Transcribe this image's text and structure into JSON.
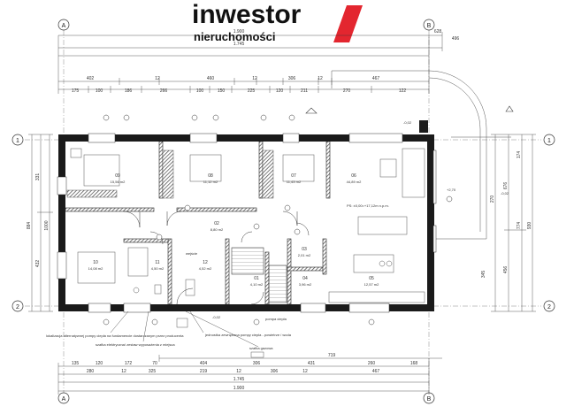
{
  "brand": {
    "name": "inwestor",
    "sub": "nieruchomości",
    "accent": "#e3262f"
  },
  "axes": {
    "col_a": "A",
    "col_b": "B",
    "row_1": "1",
    "row_2": "2"
  },
  "dims_top": {
    "total_1": "1.900",
    "total_2": "1.745",
    "d_628": "628",
    "d_496": "496",
    "seg": [
      "402",
      "12",
      "460",
      "12",
      "306",
      "12",
      "467"
    ],
    "seg2": [
      "175",
      "100",
      "186",
      "266",
      "100",
      "150",
      "225",
      "120",
      "211",
      "270",
      "122"
    ]
  },
  "dims_bottom": {
    "d_719": "719",
    "seg": [
      "135",
      "120",
      "172",
      "70",
      "404",
      "306",
      "431",
      "260",
      "168"
    ],
    "seg2": [
      "280",
      "12",
      "325",
      "219",
      "12",
      "306",
      "12",
      "467"
    ],
    "total_1": "1.745",
    "total_2": "1.900"
  },
  "dims_left": [
    "884",
    "331",
    "432",
    "1000"
  ],
  "dims_right": [
    "930",
    "774",
    "676",
    "456",
    "270",
    "345",
    "174"
  ],
  "rooms": [
    {
      "id": "09",
      "label": "09",
      "area": "15,56 m2"
    },
    {
      "id": "08",
      "label": "08",
      "area": "11,12 m2"
    },
    {
      "id": "07",
      "label": "07",
      "area": "11,43 m2"
    },
    {
      "id": "06",
      "label": "06",
      "area": "44,89 m2"
    },
    {
      "id": "10",
      "label": "10",
      "area": "14,08 m2"
    },
    {
      "id": "11",
      "label": "11",
      "area": "4,50 m2"
    },
    {
      "id": "12",
      "label": "12",
      "area": "4,52 m2"
    },
    {
      "id": "02",
      "label": "02",
      "area": "8,80 m2"
    },
    {
      "id": "03",
      "label": "03",
      "area": "2,01 m2"
    },
    {
      "id": "04",
      "label": "04",
      "area": "3,96 m2"
    },
    {
      "id": "05",
      "label": "05",
      "area": "12,57 m2"
    },
    {
      "id": "01",
      "label": "01",
      "area": "4,10 m2"
    }
  ],
  "level_note": "PS: ±0,00=+17,12m n.p.m.",
  "notes": {
    "note_1": "-0,02",
    "note_2": "-0,02",
    "note_3": "+2,70",
    "note_4": "-0,02",
    "label_pompa": "pompa ciepła",
    "label_wejscie": "wejście",
    "leader_1": "lokalizacja alternatywnej pompy ciepła na fundamencie dostarczanym przez producenta",
    "leader_2": "szafka elektryczna/ zestaw wyposażenia z miejsca",
    "leader_3": "jednostka zewnętrzna pompy ciepła - powietrze / woda",
    "leader_4": "szafka gazowa"
  },
  "colors": {
    "wall": "#1a1a1a",
    "line": "#333333",
    "hatch": "#555555",
    "guide": "#888888"
  }
}
